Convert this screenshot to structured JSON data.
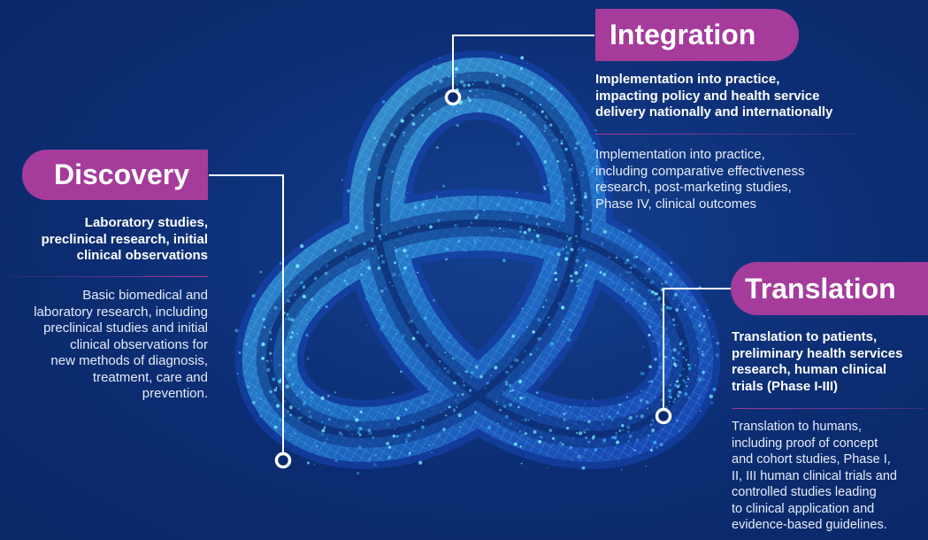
{
  "sections": {
    "discovery": {
      "title": "Discovery",
      "summary": [
        "Laboratory studies,",
        "preclinical research, initial",
        "clinical observations"
      ],
      "detail": [
        "Basic biomedical and",
        "laboratory research, including",
        "preclinical studies and initial",
        "clinical observations for",
        "new methods of diagnosis,",
        "treatment, care and",
        "prevention."
      ]
    },
    "integration": {
      "title": "Integration",
      "summary": [
        "Implementation into practice,",
        "impacting policy and health service",
        "delivery nationally and internationally"
      ],
      "detail": [
        "Implementation into practice,",
        "including comparative effectiveness",
        "research, post-marketing studies,",
        "Phase IV, clinical outcomes"
      ]
    },
    "translation": {
      "title": "Translation",
      "summary": [
        "Translation to patients,",
        "preliminary health services",
        "research, human clinical",
        "trials (Phase I-III)"
      ],
      "detail": [
        "Translation to humans,",
        "including proof of concept",
        "and cohort studies, Phase I,",
        "II, III human clinical trials and",
        "controlled studies leading",
        "to clinical application and",
        "evidence-based guidelines."
      ]
    }
  },
  "colors": {
    "background": "#0b2a6e",
    "pill": "#a53c9b",
    "knot_light": "#3fd8f0",
    "knot_dark": "#1a5fd0",
    "divider": "#a53c9b"
  }
}
